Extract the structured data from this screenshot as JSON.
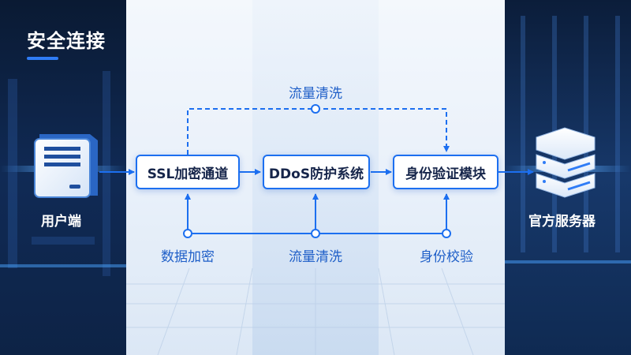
{
  "title": "安全连接",
  "colors": {
    "accent": "#1c6ff0",
    "label": "#1f5fc8",
    "title": "#ffffff"
  },
  "endpoints": {
    "client_label": "用户端",
    "server_label": "官方服务器"
  },
  "nodes": [
    {
      "label": "SSL加密通道"
    },
    {
      "label": "DDoS防护系统"
    },
    {
      "label": "身份验证模块"
    }
  ],
  "annotations": {
    "top_bypass": "流量清洗",
    "bottom": [
      "数据加密",
      "流量清洗",
      "身份校验"
    ]
  },
  "icons": [
    "client-computer-icon",
    "server-stack-icon"
  ]
}
